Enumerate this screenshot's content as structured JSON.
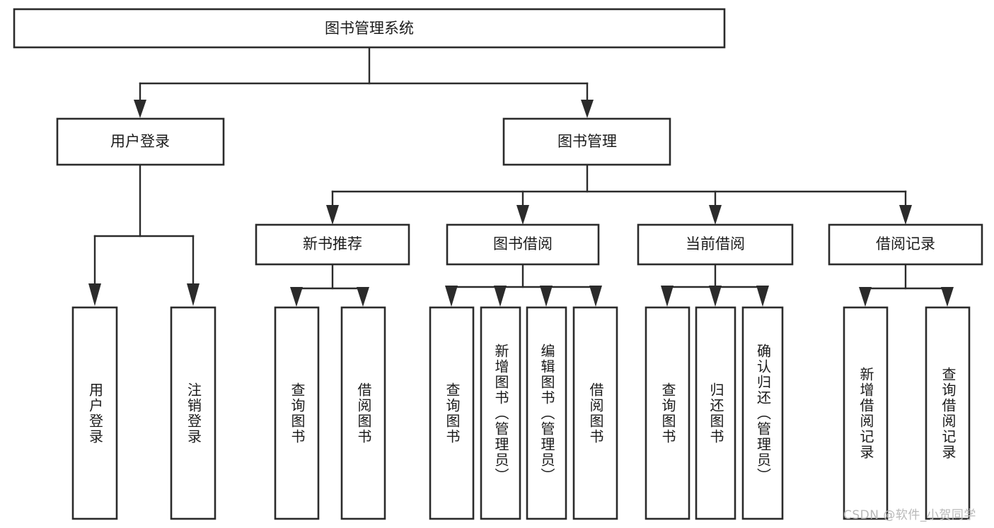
{
  "diagram": {
    "type": "tree-hierarchy",
    "title_node": {
      "id": "root",
      "label": "图书管理系统",
      "orientation": "horizontal"
    },
    "level2": [
      {
        "id": "user-login",
        "label": "用户登录",
        "orientation": "horizontal"
      },
      {
        "id": "book-manage",
        "label": "图书管理",
        "orientation": "horizontal"
      }
    ],
    "level3": [
      {
        "id": "new-book-recommend",
        "label": "新书推荐",
        "orientation": "horizontal"
      },
      {
        "id": "book-borrow",
        "label": "图书借阅",
        "orientation": "horizontal"
      },
      {
        "id": "current-borrow",
        "label": "当前借阅",
        "orientation": "horizontal"
      },
      {
        "id": "borrow-record",
        "label": "借阅记录",
        "orientation": "horizontal"
      }
    ],
    "leaves": {
      "user-login": [
        {
          "id": "leaf-user-login",
          "label": "用户登录",
          "orientation": "vertical"
        },
        {
          "id": "leaf-logout-login",
          "label": "注销登录",
          "orientation": "vertical"
        }
      ],
      "new-book-recommend": [
        {
          "id": "leaf-query-book-1",
          "label": "查询图书",
          "orientation": "vertical"
        },
        {
          "id": "leaf-borrow-book-1",
          "label": "借阅图书",
          "orientation": "vertical"
        }
      ],
      "book-borrow": [
        {
          "id": "leaf-query-book-2",
          "label": "查询图书",
          "orientation": "vertical"
        },
        {
          "id": "leaf-add-book-admin",
          "label": "新增图书（管理员）",
          "orientation": "vertical"
        },
        {
          "id": "leaf-edit-book-admin",
          "label": "编辑图书（管理员）",
          "orientation": "vertical"
        },
        {
          "id": "leaf-borrow-book-2",
          "label": "借阅图书",
          "orientation": "vertical"
        }
      ],
      "current-borrow": [
        {
          "id": "leaf-query-book-3",
          "label": "查询图书",
          "orientation": "vertical"
        },
        {
          "id": "leaf-return-book",
          "label": "归还图书",
          "orientation": "vertical"
        },
        {
          "id": "leaf-confirm-return-admin",
          "label": "确认归还（管理员）",
          "orientation": "vertical"
        }
      ],
      "borrow-record": [
        {
          "id": "leaf-add-borrow-record",
          "label": "新增借阅记录",
          "orientation": "vertical"
        },
        {
          "id": "leaf-query-borrow-record",
          "label": "查询借阅记录",
          "orientation": "vertical"
        }
      ]
    },
    "colors": {
      "box_stroke": "#2b2b2b",
      "box_fill": "#ffffff",
      "line": "#2b2b2b",
      "text": "#1b1b1b",
      "watermark": "#b9b9b9",
      "background": "#ffffff"
    }
  },
  "watermark": {
    "text": "CSDN @软件_小贺同学"
  }
}
